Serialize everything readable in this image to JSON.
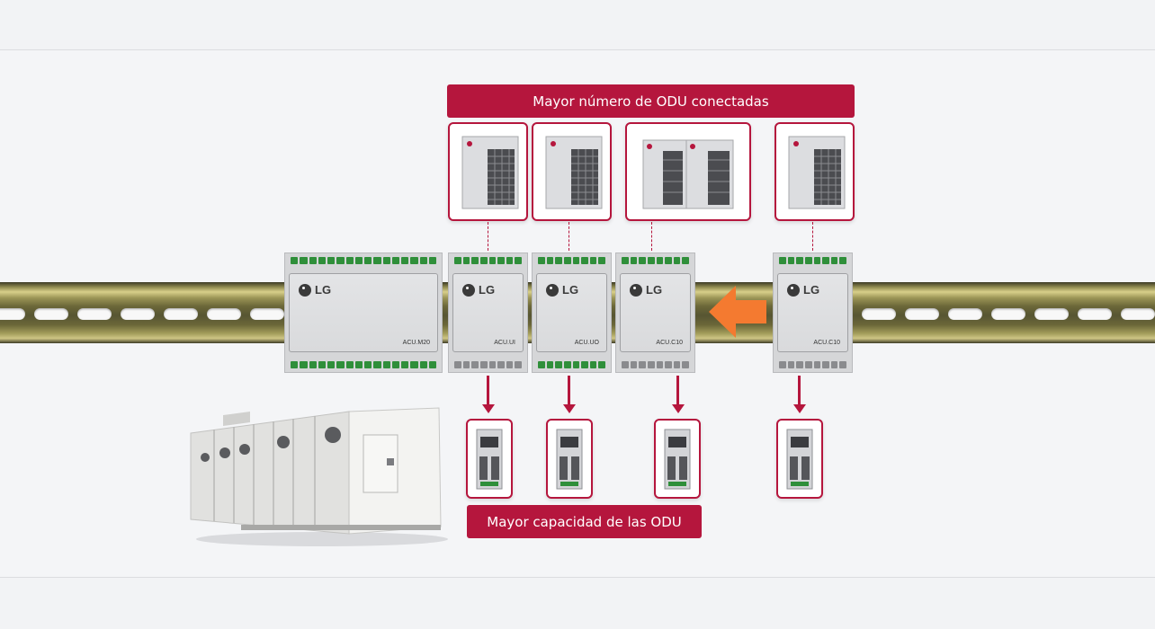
{
  "banners": {
    "top": "Mayor número de ODU conectadas",
    "bottom": "Mayor capacidad de las ODU"
  },
  "brand": "LG",
  "controllers": [
    {
      "model": "ACU.M20"
    },
    {
      "model": "ACU.UI"
    },
    {
      "model": "ACU.UO"
    },
    {
      "model": "ACU.C10"
    },
    {
      "model": "ACU.C10"
    }
  ],
  "colors": {
    "accent": "#b5163d",
    "arrow": "#f47a30"
  },
  "icons": [
    "outdoor-unit-icon",
    "expansion-kit-icon",
    "air-handling-unit-icon",
    "orange-left-arrow-icon"
  ]
}
